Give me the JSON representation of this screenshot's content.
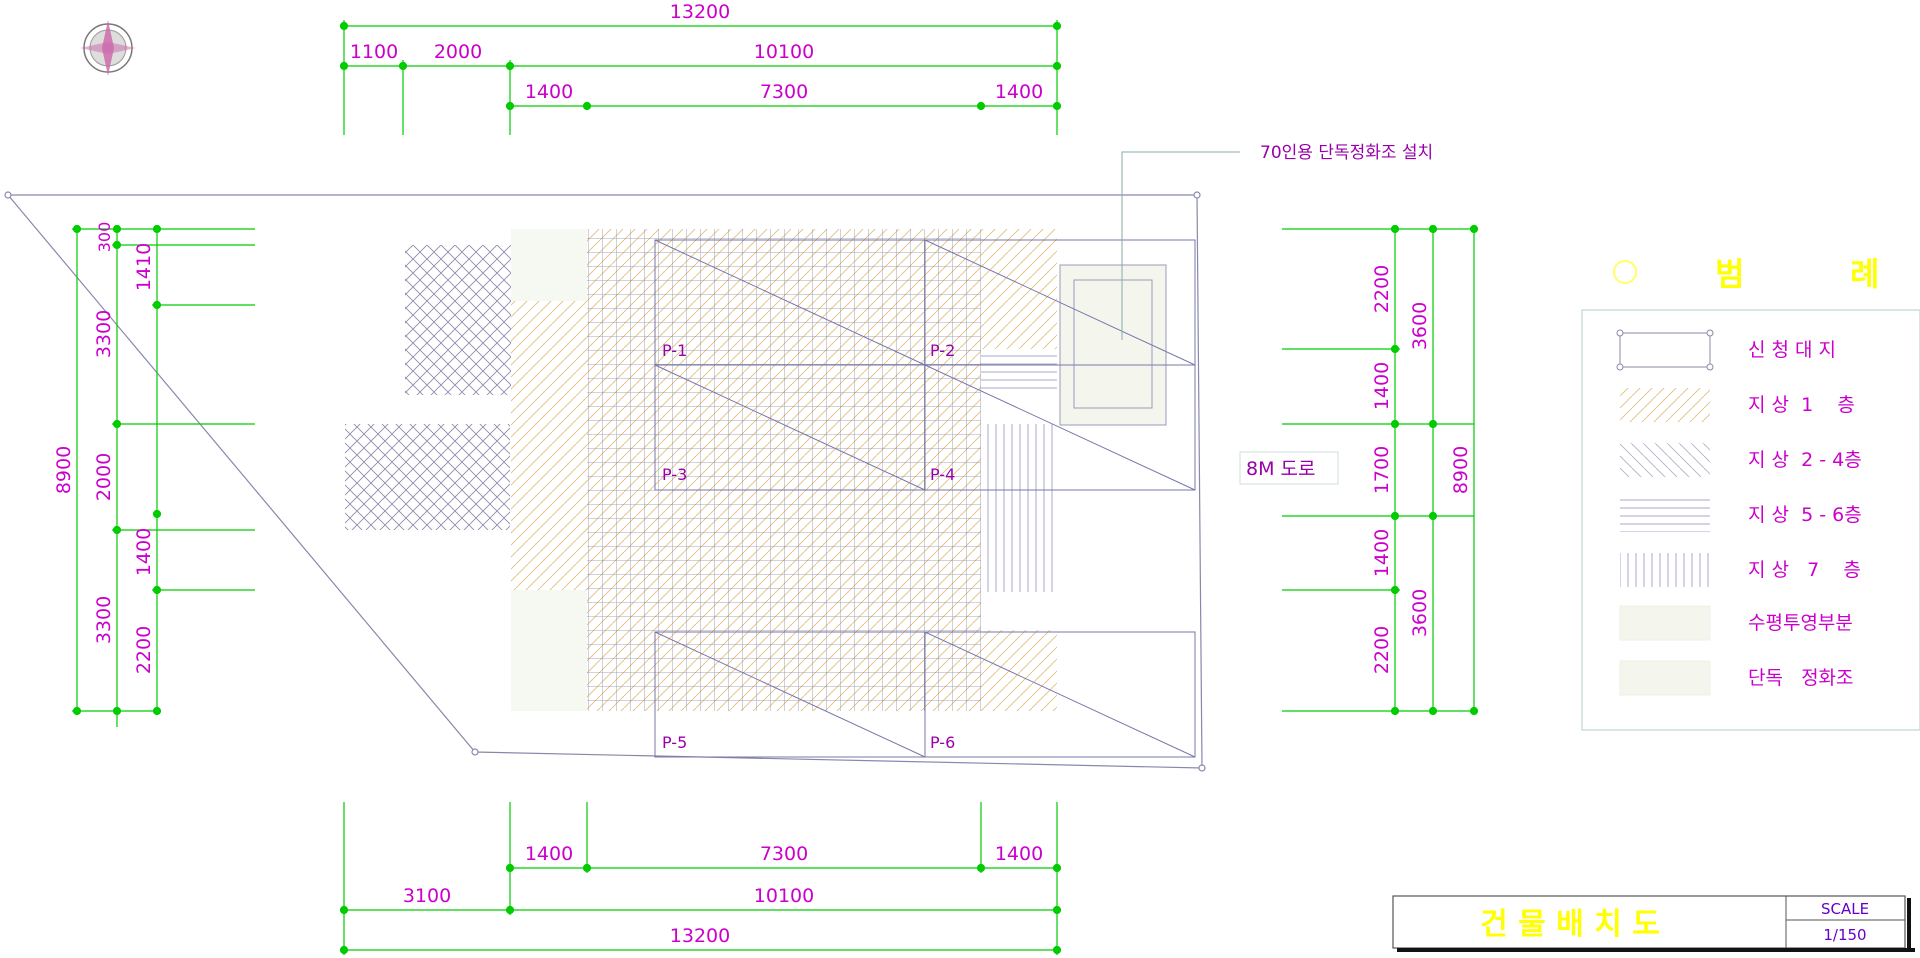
{
  "dimensions": {
    "top_overall": "13200",
    "top_row1": [
      "1100",
      "2000",
      "10100"
    ],
    "top_row2": [
      "1400",
      "7300",
      "1400"
    ],
    "bottom_row1": [
      "1400",
      "7300",
      "1400"
    ],
    "bottom_row2": [
      "3100",
      "10100"
    ],
    "bottom_overall": "13200",
    "left_outer": "8900",
    "left_mid": [
      "300",
      "3300",
      "2000",
      "3300"
    ],
    "left_inner": [
      "1410",
      "1400",
      "2200"
    ],
    "right_inner": [
      "2200",
      "1400",
      "1700",
      "1400",
      "2200"
    ],
    "right_mid": [
      "3600",
      "3600"
    ],
    "right_outer": "8900"
  },
  "parking_labels": [
    "P-1",
    "P-2",
    "P-3",
    "P-4",
    "P-5",
    "P-6"
  ],
  "annotations": {
    "septic_note": "70인용 단독정화조 설치",
    "road": "8M 도로"
  },
  "legend": {
    "title_chars": [
      "범",
      "례"
    ],
    "items": [
      {
        "label": "신 청 대 지",
        "pattern": "site-boundary"
      },
      {
        "label": "지 상  1    층",
        "pattern": "hatch-1f"
      },
      {
        "label": "지 상  2 - 4층",
        "pattern": "hatch-2-4f"
      },
      {
        "label": "지 상  5 - 6층",
        "pattern": "horizontal-lines"
      },
      {
        "label": "지 상   7    층",
        "pattern": "vertical-lines"
      },
      {
        "label": "수평투영부분",
        "pattern": "projection"
      },
      {
        "label": "단독   정화조",
        "pattern": "septic"
      }
    ]
  },
  "title_block": {
    "title": "건 물 배 치 도",
    "scale_label": "SCALE",
    "scale_value": "1/150"
  },
  "colors": {
    "dimension_text": "#cc00cc",
    "dimension_line": "#00dd00",
    "drawing_line": "#7777aa",
    "title_yellow": "#ffff00",
    "legend_border": "#ccdddd"
  },
  "icons": [
    "north-arrow-icon"
  ]
}
